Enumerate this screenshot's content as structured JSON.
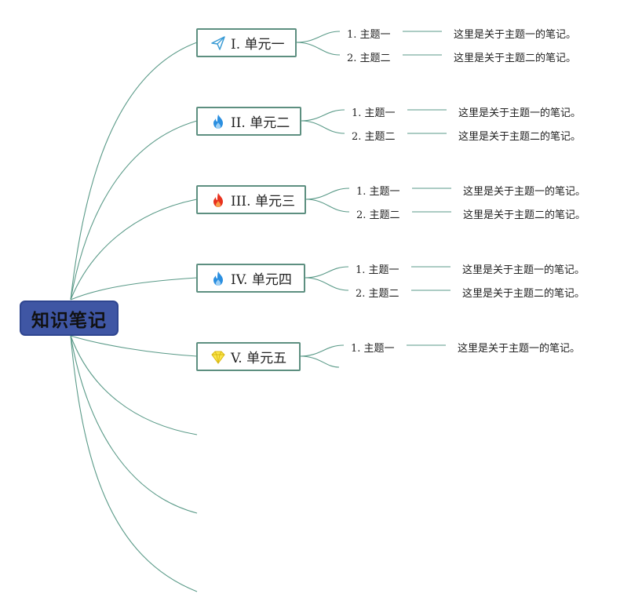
{
  "root": {
    "label": "知识笔记"
  },
  "units": [
    {
      "label": "I. 单元一",
      "icon": "paper-plane-icon",
      "topics": [
        {
          "label": "1. 主题一",
          "note": "这里是关于主题一的笔记。"
        },
        {
          "label": "2. 主题二",
          "note": "这里是关于主题二的笔记。"
        }
      ]
    },
    {
      "label": "II. 单元二",
      "icon": "blue-flame-icon",
      "topics": [
        {
          "label": "1. 主题一",
          "note": "这里是关于主题一的笔记。"
        },
        {
          "label": "2. 主题二",
          "note": "这里是关于主题二的笔记。"
        }
      ]
    },
    {
      "label": "III. 单元三",
      "icon": "red-flame-icon",
      "topics": [
        {
          "label": "1. 主题一",
          "note": "这里是关于主题一的笔记。"
        },
        {
          "label": "2. 主题二",
          "note": "这里是关于主题二的笔记。"
        }
      ]
    },
    {
      "label": "IV. 单元四",
      "icon": "blue-flame-icon",
      "topics": [
        {
          "label": "1. 主题一",
          "note": "这里是关于主题一的笔记。"
        },
        {
          "label": "2. 主题二",
          "note": "这里是关于主题二的笔记。"
        }
      ]
    },
    {
      "label": "V. 单元五",
      "icon": "diamond-icon",
      "topics": [
        {
          "label": "1. 主题一",
          "note": "这里是关于主题一的笔记。"
        }
      ]
    }
  ],
  "colors": {
    "root_fill": "#3f56a4",
    "connector": "#5a9a88",
    "unit_border": "#5d8f80"
  }
}
